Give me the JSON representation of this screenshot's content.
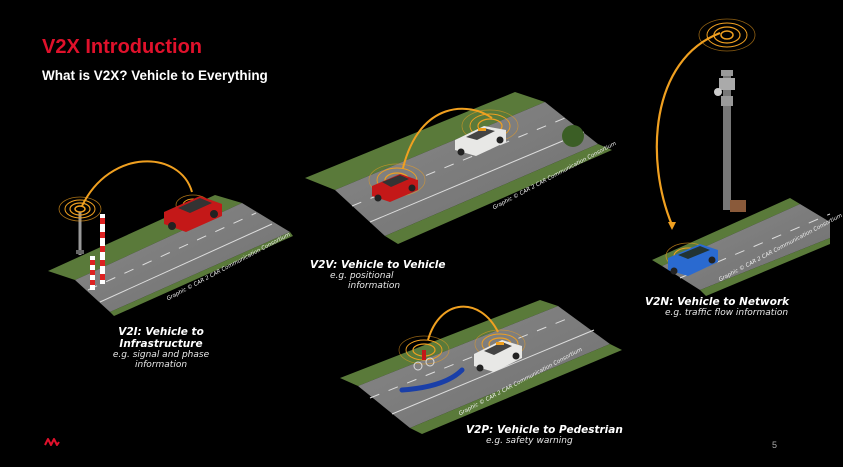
{
  "slide": {
    "title": "V2X Introduction",
    "subtitle": "What is V2X?  Vehicle to Everything",
    "page_number": "5"
  },
  "colors": {
    "title_red": "#e0112b",
    "signal_yellow": "#f0a020",
    "road_gray": "#808080",
    "grass_green": "#5a7a3a"
  },
  "panels": {
    "v2i": {
      "heading": "V2I: Vehicle to Infrastructure",
      "desc_line1": "e.g. signal and phase",
      "desc_line2": "information",
      "credit": "Graphic © CAR 2 CAR Communication Consortium"
    },
    "v2v": {
      "heading": "V2V: Vehicle to Vehicle",
      "desc_line1": "e.g. positional",
      "desc_line2": "information",
      "credit": "Graphic © CAR 2 CAR Communication Consortium"
    },
    "v2n": {
      "heading": "V2N: Vehicle to Network",
      "desc_line1": "e.g. traffic flow information",
      "credit": "Graphic © CAR 2 CAR Communication Consortium"
    },
    "v2p": {
      "heading": "V2P: Vehicle to Pedestrian",
      "desc_line1": "e.g. safety warning",
      "credit": "Graphic © CAR 2 CAR Communication Consortium"
    }
  },
  "icons": {
    "logo": "company-logo-icon",
    "signal": "radio-wave-icon",
    "tower": "cell-tower-icon"
  }
}
